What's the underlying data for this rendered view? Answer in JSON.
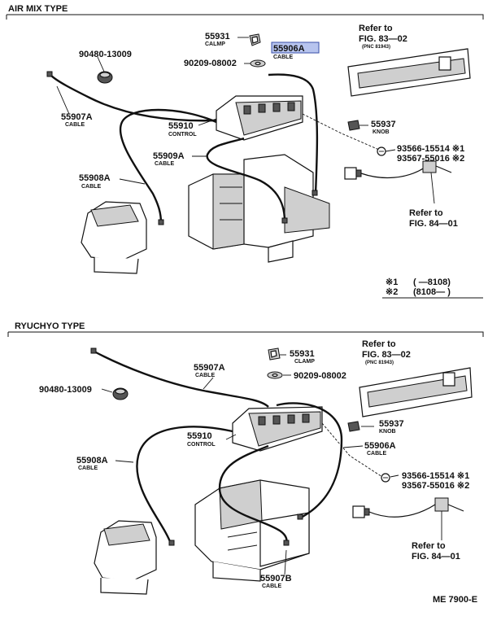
{
  "sections": [
    {
      "title": "AIR MIX TYPE",
      "callouts": [
        {
          "number": "55931",
          "name": "CALMP"
        },
        {
          "number": "55906A",
          "name": "CABLE",
          "highlighted": true
        },
        {
          "number": "90209-08002",
          "name": ""
        },
        {
          "number": "90480-13009",
          "name": ""
        },
        {
          "number": "55907A",
          "name": "CABLE"
        },
        {
          "number": "55910",
          "name": "CONTROL"
        },
        {
          "number": "55937",
          "name": "KNOB"
        },
        {
          "number": "55909A",
          "name": "CABLE"
        },
        {
          "number": "55908A",
          "name": "CABLE"
        },
        {
          "number": "93566-15514 ※1",
          "name": ""
        },
        {
          "number": "93567-55016 ※2",
          "name": ""
        }
      ],
      "refs": [
        {
          "line1": "Refer to",
          "line2": "FIG. 83—02",
          "line3": "(PNC 81943)"
        },
        {
          "line1": "Refer to",
          "line2": "FIG. 84—01",
          "line3": ""
        }
      ],
      "notes": [
        {
          "mark": "※1",
          "text": "(      —8108)"
        },
        {
          "mark": "※2",
          "text": "(8108—       )"
        }
      ]
    },
    {
      "title": "RYUCHYO TYPE",
      "callouts": [
        {
          "number": "55931",
          "name": "CLAMP"
        },
        {
          "number": "55907A",
          "name": "CABLE"
        },
        {
          "number": "90209-08002",
          "name": ""
        },
        {
          "number": "90480-13009",
          "name": ""
        },
        {
          "number": "55937",
          "name": "KNOB"
        },
        {
          "number": "55910",
          "name": "CONTROL"
        },
        {
          "number": "55906A",
          "name": "CABLE"
        },
        {
          "number": "55908A",
          "name": "CABLE"
        },
        {
          "number": "93566-15514 ※1",
          "name": ""
        },
        {
          "number": "93567-55016 ※2",
          "name": ""
        },
        {
          "number": "55907B",
          "name": "CABLE"
        }
      ],
      "refs": [
        {
          "line1": "Refer to",
          "line2": "FIG. 83—02",
          "line3": "(PNC 81943)"
        },
        {
          "line1": "Refer to",
          "line2": "FIG. 84—01",
          "line3": ""
        }
      ]
    }
  ],
  "figure_code": "ME 7900-E"
}
